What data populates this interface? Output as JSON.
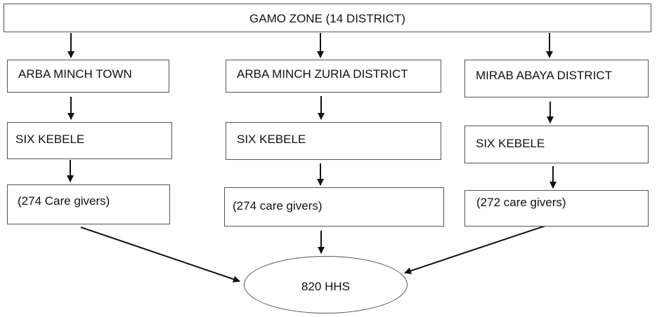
{
  "root": {
    "label": "GAMO ZONE (14 DISTRICT)"
  },
  "districts": [
    {
      "name": "ARBA MINCH TOWN",
      "kebele": "SIX KEBELE",
      "caregivers": "(274 Care givers)"
    },
    {
      "name": "ARBA MINCH ZURIA DISTRICT",
      "kebele": "SIX KEBELE",
      "caregivers": "(274 care givers)"
    },
    {
      "name": "MIRAB ABAYA DISTRICT",
      "kebele": "SIX KEBELE",
      "caregivers": "(272 care givers)"
    }
  ],
  "total": {
    "label": "820 HHS"
  }
}
